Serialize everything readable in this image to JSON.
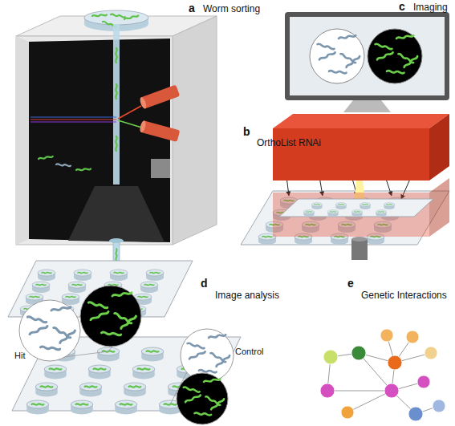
{
  "diagram": {
    "labels": [
      "a",
      "Worm sorting",
      "b",
      "OrthoList RNAi",
      "c",
      "Imaging",
      "d",
      "Image analysis",
      "Hit",
      "Control",
      "e",
      "Genetic Interactions"
    ]
  }
}
